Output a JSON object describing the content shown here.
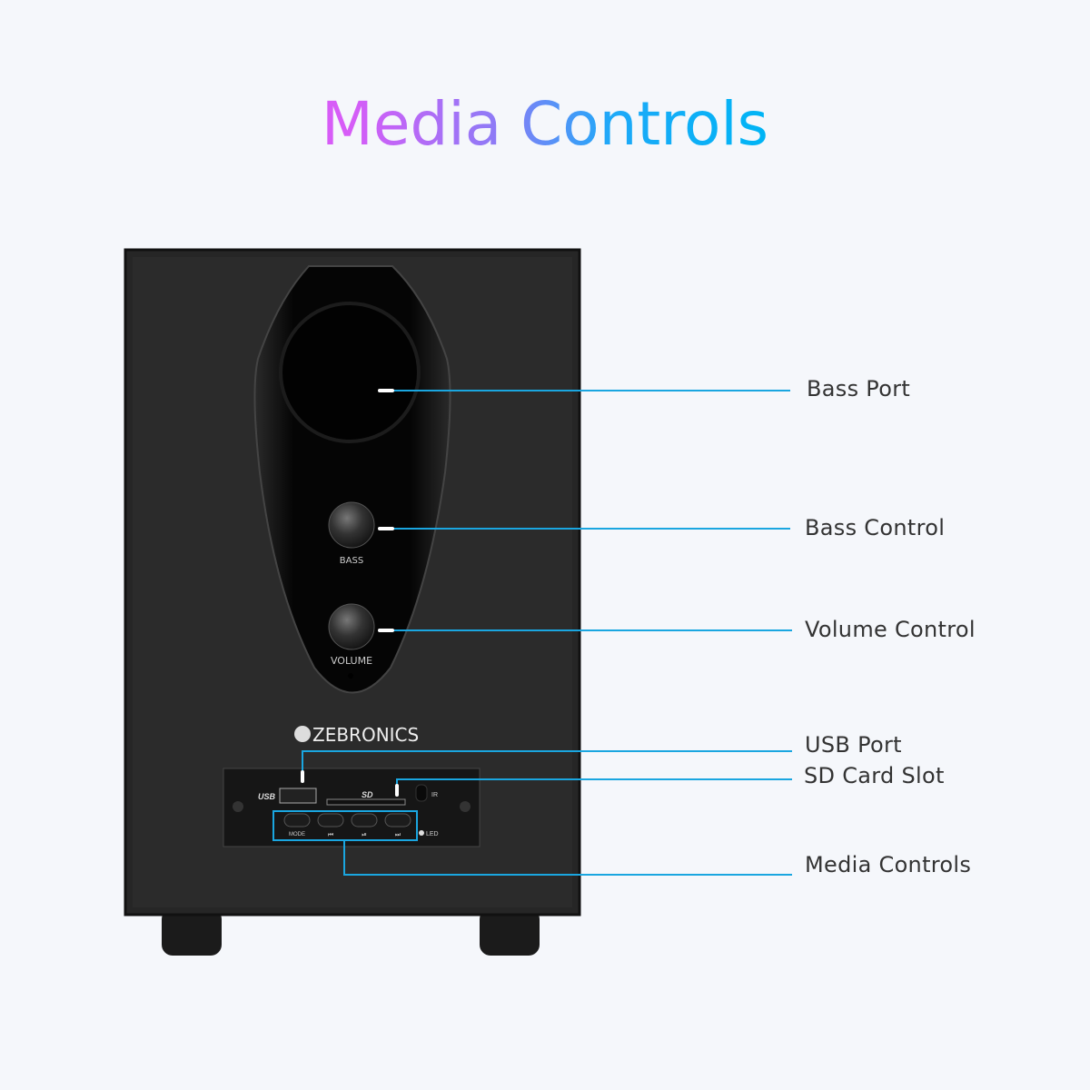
{
  "title": "Media Controls",
  "brand": "ZEBRONICS",
  "accent_color": "#1aa6e0",
  "speaker_labels": {
    "bass": "BASS",
    "volume": "VOLUME",
    "usb": "USB",
    "sd": "SD",
    "ir": "IR",
    "led": "LED",
    "mode": "MODE",
    "prev": "⏮",
    "play_pause": "⏯",
    "next": "⏭"
  },
  "callouts": [
    {
      "label": "Bass Port"
    },
    {
      "label": "Bass Control"
    },
    {
      "label": "Volume Control"
    },
    {
      "label": "USB Port"
    },
    {
      "label": "SD Card Slot"
    },
    {
      "label": "Media Controls"
    }
  ]
}
